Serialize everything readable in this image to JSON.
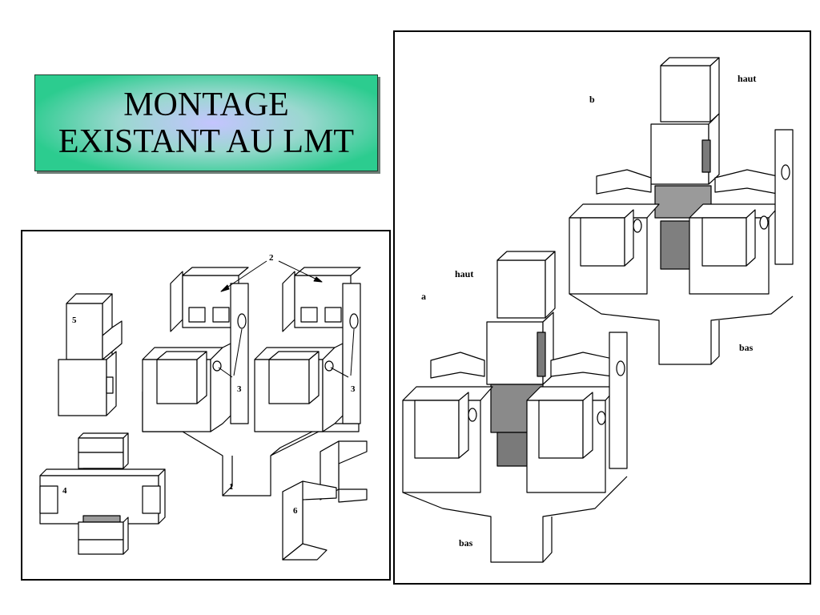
{
  "title": {
    "line1": "MONTAGE",
    "line2": "EXISTANT AU LMT"
  },
  "left_panel": {
    "parts": {
      "base": "1",
      "jaws": "2",
      "holes": "3",
      "specimen": "4",
      "loading_block": "5",
      "bracket": "6"
    }
  },
  "right_panel": {
    "fig_a": {
      "tag": "a",
      "top": "haut",
      "bottom": "bas"
    },
    "fig_b": {
      "tag": "b",
      "top": "haut",
      "bottom": "bas"
    }
  },
  "colors": {
    "title_edge": "#2ccc8f",
    "title_center": "#c4c4ff",
    "specimen_fill": "#8a8a8a"
  }
}
